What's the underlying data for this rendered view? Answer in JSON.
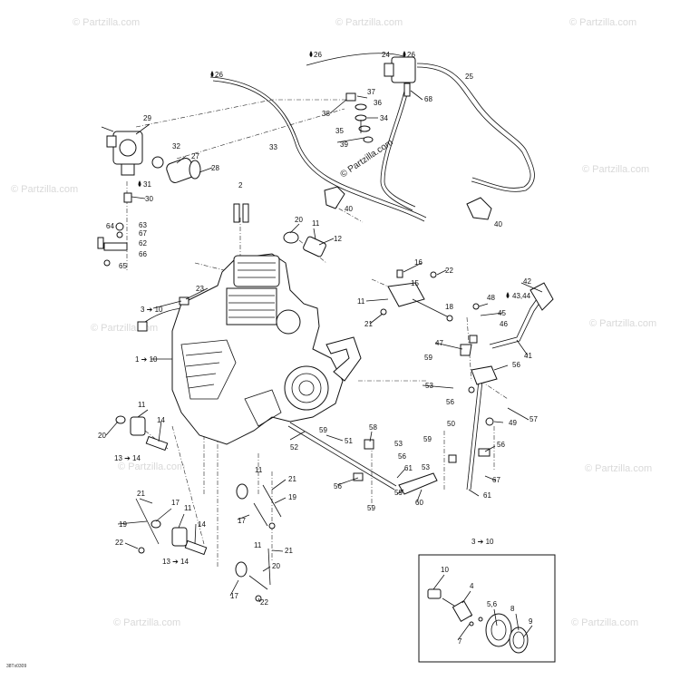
{
  "watermark": "© Partzilla.com",
  "drawing_code": "38Tx0309",
  "callouts": {
    "c26a": "26",
    "c26b": "26",
    "c26c": "26",
    "c24": "24",
    "c25": "25",
    "c37": "37",
    "c36": "36",
    "c38": "38",
    "c35": "35",
    "c34": "34",
    "c39": "39",
    "c68": "68",
    "c33": "33",
    "c29": "29",
    "c32": "32",
    "c27": "27",
    "c28": "28",
    "c31": "31",
    "c30": "30",
    "c40a": "40",
    "c40b": "40",
    "c2": "2",
    "c20a": "20",
    "c11a": "11",
    "c12": "12",
    "c64": "64",
    "c63": "63",
    "c67a": "67",
    "c62": "62",
    "c66": "66",
    "c65": "65",
    "c16": "16",
    "c22a": "22",
    "c15": "15",
    "c11b": "11",
    "c18": "18",
    "c21a": "21",
    "c23": "23",
    "c3to10a": "3 ➔ 10",
    "c1to10": "1 ➔ 10",
    "c42": "42",
    "c48": "48",
    "c4344": "43,44",
    "c45": "45",
    "c46": "46",
    "c47": "47",
    "c41": "41",
    "c59a": "59",
    "c56a": "56",
    "c53a": "53",
    "c56b": "56",
    "c50": "50",
    "c49": "49",
    "c57": "57",
    "c11c": "11",
    "c20b": "20",
    "c14a": "14",
    "c13to14a": "13 ➔ 14",
    "c59b": "59",
    "c52": "52",
    "c51": "51",
    "c58": "58",
    "c53b": "53",
    "c56c": "56",
    "c61a": "61",
    "c56d": "56",
    "c59c": "59",
    "c59d": "59",
    "c60": "60",
    "c53c": "53",
    "c56e": "56",
    "c67b": "67",
    "c61b": "61",
    "c11d": "11",
    "c21b": "21",
    "c19a": "19",
    "c17a": "17",
    "c21c": "21",
    "c17b": "17",
    "c11e": "11",
    "c19b": "19",
    "c22b": "22",
    "c14b": "14",
    "c13to14b": "13 ➔ 14",
    "c11f": "11",
    "c21d": "21",
    "c20c": "20",
    "c17c": "17",
    "c22c": "22",
    "c3to10b": "3 ➔ 10",
    "c10": "10",
    "c4": "4",
    "c56f": "5,6",
    "c8": "8",
    "c9": "9",
    "c7": "7"
  }
}
